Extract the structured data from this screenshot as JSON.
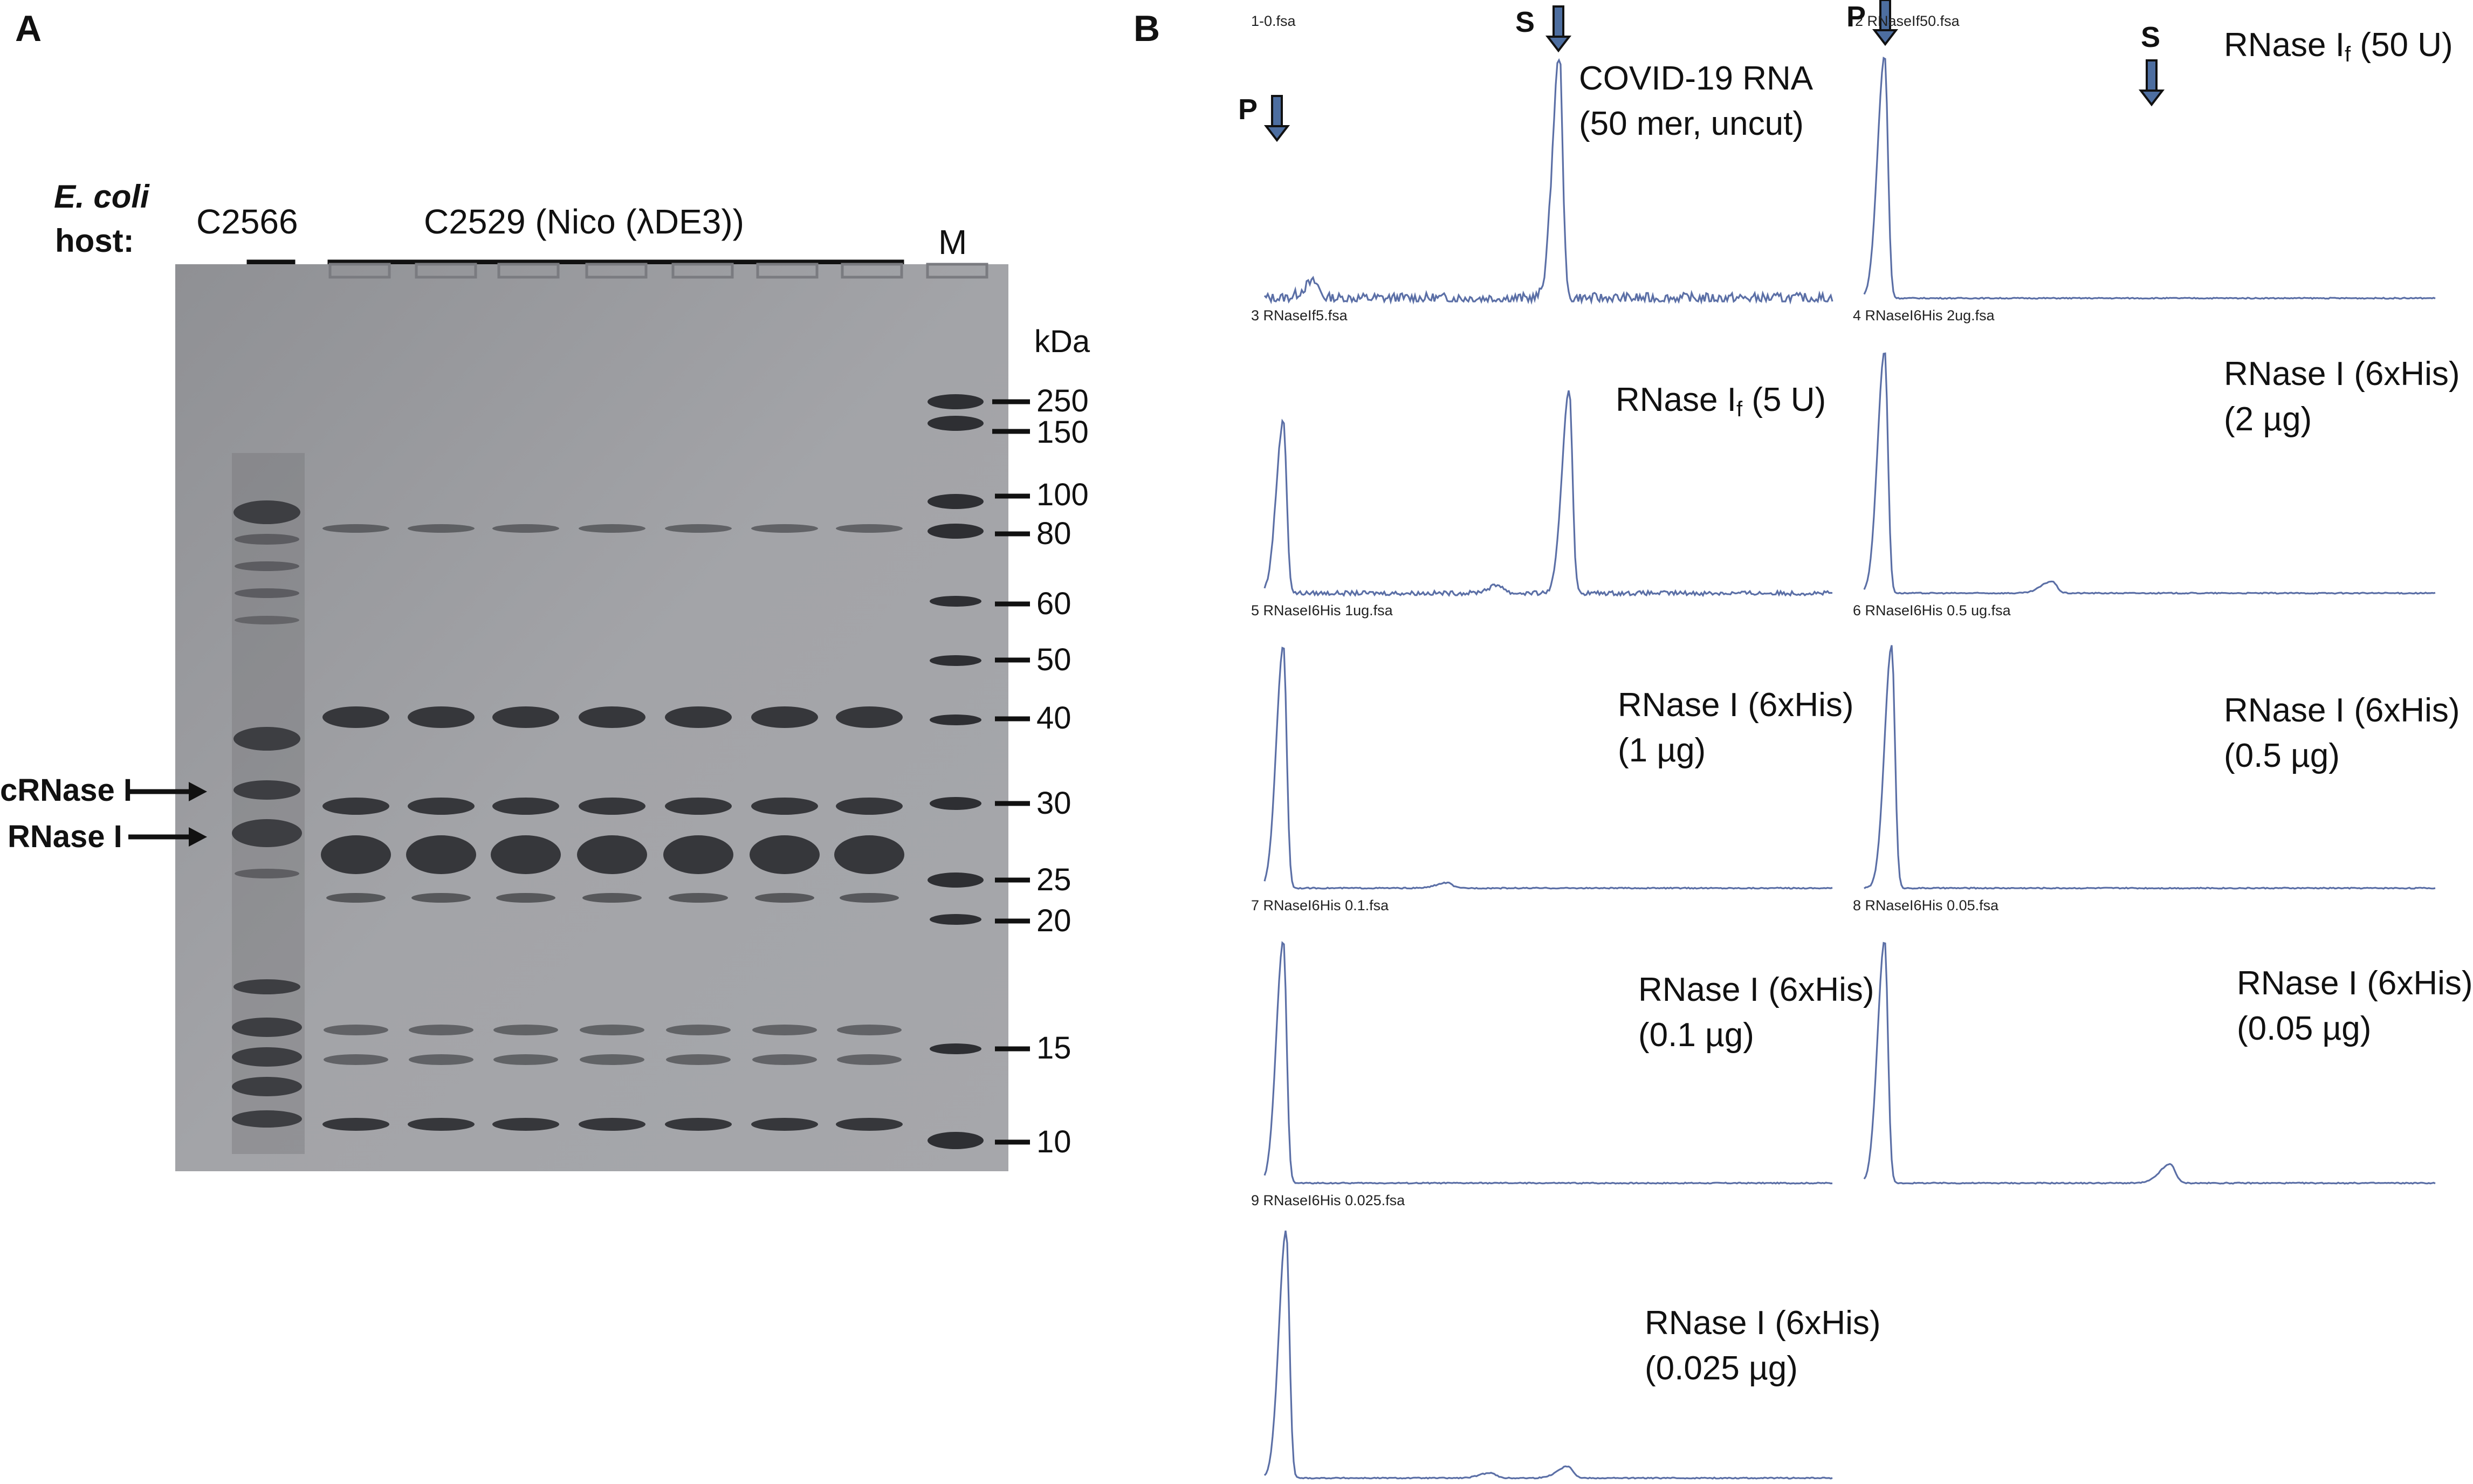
{
  "panel_a": {
    "letter": "A",
    "host_label_line1": "E. coli",
    "host_label_line2": "host:",
    "strain1": "C2566",
    "strain2": "C2529 (Nico (λDE3))",
    "marker_lane": "M",
    "unit": "kDa",
    "band_labels": [
      "cRNase I",
      "RNase I"
    ],
    "markers": [
      "250",
      "150",
      "100",
      "80",
      "60",
      "50",
      "40",
      "30",
      "25",
      "20",
      "15",
      "10"
    ]
  },
  "panel_b": {
    "letter": "B",
    "traces": [
      {
        "file": "1-0.fsa",
        "label_l1": "COVID-19 RNA",
        "label_l2": "(50 mer, uncut)"
      },
      {
        "file": "2 RNaseIf50.fsa",
        "label_main": "RNase I",
        "label_sub": "f",
        "label_tail": " (50 U)"
      },
      {
        "file": "3 RNaseIf5.fsa",
        "label_main": "RNase I",
        "label_sub": "f",
        "label_tail": " (5 U)"
      },
      {
        "file": "4 RNaseI6His 2ug.fsa",
        "label_l1": "RNase I (6xHis)",
        "label_l2": "(2 µg)"
      },
      {
        "file": "5 RNaseI6His 1ug.fsa",
        "label_l1": "RNase I (6xHis)",
        "label_l2": "(1 µg)"
      },
      {
        "file": "6 RNaseI6His 0.5 ug.fsa",
        "label_l1": "RNase I (6xHis)",
        "label_l2": "(0.5 µg)"
      },
      {
        "file": "7 RNaseI6His 0.1.fsa",
        "label_l1": "RNase I (6xHis)",
        "label_l2": "(0.1 µg)"
      },
      {
        "file": "8 RNaseI6His 0.05.fsa",
        "label_l1": "RNase I (6xHis)",
        "label_l2": "(0.05 µg)"
      },
      {
        "file": "9 RNaseI6His 0.025.fsa",
        "label_l1": "RNase I (6xHis)",
        "label_l2": "(0.025 µg)"
      }
    ],
    "arrows": {
      "product": "P",
      "substrate": "S"
    }
  }
}
